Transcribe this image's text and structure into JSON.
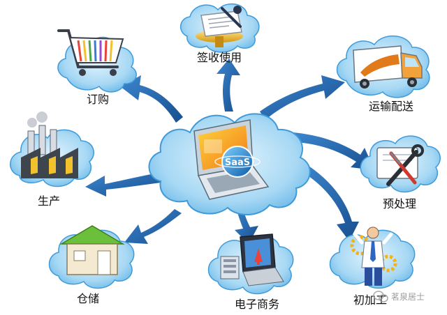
{
  "diagram": {
    "center": {
      "icon": "saas-laptop-icon",
      "badge_text": "SaaS"
    },
    "nodes": [
      {
        "id": "ordering",
        "label": "订购",
        "icon": "shopping-cart-icon"
      },
      {
        "id": "sign-use",
        "label": "签收使用",
        "icon": "signing-document-icon"
      },
      {
        "id": "delivery",
        "label": "运输配送",
        "icon": "delivery-truck-icon"
      },
      {
        "id": "production",
        "label": "生产",
        "icon": "factory-icon"
      },
      {
        "id": "preprocess",
        "label": "预处理",
        "icon": "wrench-screwdriver-icon"
      },
      {
        "id": "storage",
        "label": "仓储",
        "icon": "warehouse-house-icon"
      },
      {
        "id": "ecommerce",
        "label": "电子商务",
        "icon": "ecommerce-laptop-icon"
      },
      {
        "id": "processing",
        "label": "初加工",
        "icon": "worker-gears-icon"
      }
    ]
  },
  "watermark": {
    "text": "茗泉居士",
    "icon": "wechat-logo-icon"
  },
  "colors": {
    "cloud_fill": "#aeddf6",
    "cloud_stroke": "#3f9ad9",
    "arrow": "#1d5fa3",
    "label": "#111111"
  }
}
